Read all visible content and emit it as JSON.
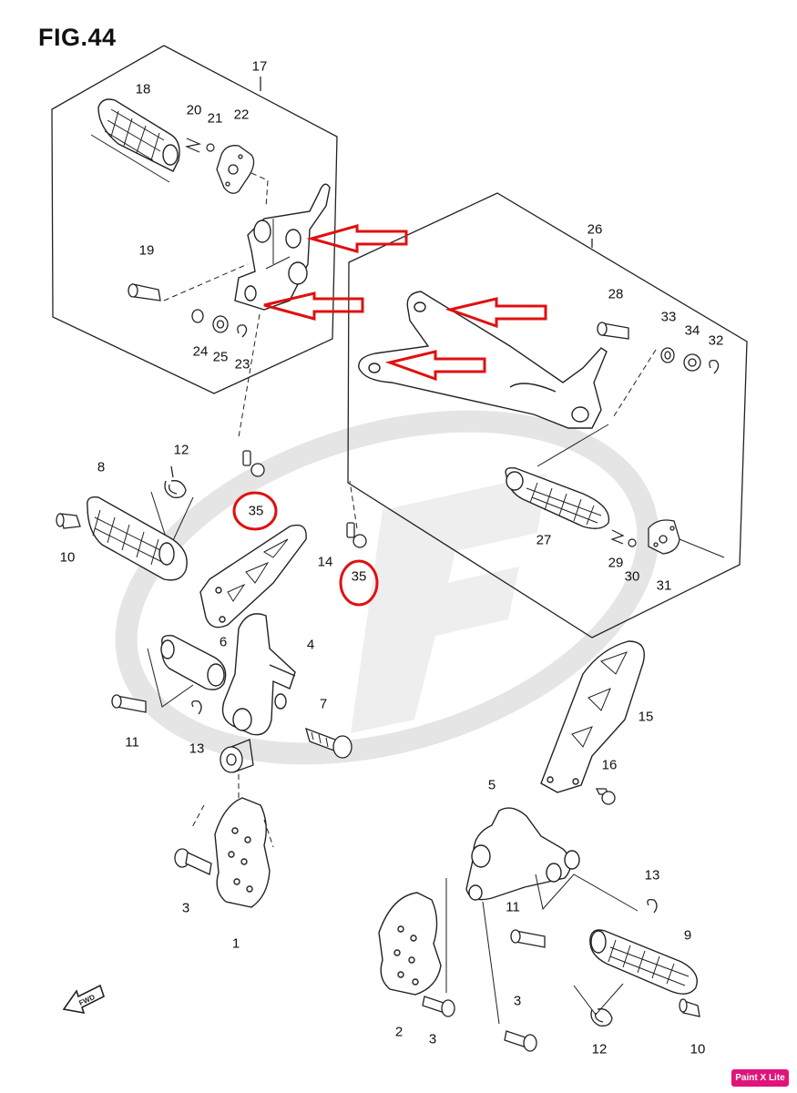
{
  "figure_title": "FIG.44",
  "watermark_letter": "F",
  "fwd_label": "FWD",
  "badge_text": "Paint X Lite",
  "colors": {
    "highlight": "#e01010",
    "line": "#222222",
    "watermark": "#e4e4e4",
    "badge": "#e0147a"
  },
  "callouts": [
    {
      "id": "17a",
      "text": "17"
    },
    {
      "id": "18a",
      "text": "18"
    },
    {
      "id": "20a",
      "text": "20"
    },
    {
      "id": "21a",
      "text": "21"
    },
    {
      "id": "22a",
      "text": "22"
    },
    {
      "id": "19a",
      "text": "19"
    },
    {
      "id": "24a",
      "text": "24"
    },
    {
      "id": "25a",
      "text": "25"
    },
    {
      "id": "23a",
      "text": "23"
    },
    {
      "id": "26a",
      "text": "26"
    },
    {
      "id": "28a",
      "text": "28"
    },
    {
      "id": "33a",
      "text": "33"
    },
    {
      "id": "34a",
      "text": "34"
    },
    {
      "id": "32a",
      "text": "32"
    },
    {
      "id": "12a",
      "text": "12"
    },
    {
      "id": "8a",
      "text": "8"
    },
    {
      "id": "35a",
      "text": "35"
    },
    {
      "id": "35b",
      "text": "35"
    },
    {
      "id": "10a",
      "text": "10"
    },
    {
      "id": "14a",
      "text": "14"
    },
    {
      "id": "27a",
      "text": "27"
    },
    {
      "id": "29a",
      "text": "29"
    },
    {
      "id": "30a",
      "text": "30"
    },
    {
      "id": "31a",
      "text": "31"
    },
    {
      "id": "4a",
      "text": "4"
    },
    {
      "id": "6a",
      "text": "6"
    },
    {
      "id": "7a",
      "text": "7"
    },
    {
      "id": "11a",
      "text": "11"
    },
    {
      "id": "13a",
      "text": "13"
    },
    {
      "id": "15a",
      "text": "15"
    },
    {
      "id": "16a",
      "text": "16"
    },
    {
      "id": "5a",
      "text": "5"
    },
    {
      "id": "3a",
      "text": "3"
    },
    {
      "id": "1a",
      "text": "1"
    },
    {
      "id": "13b",
      "text": "13"
    },
    {
      "id": "11b",
      "text": "11"
    },
    {
      "id": "9a",
      "text": "9"
    },
    {
      "id": "2a",
      "text": "2"
    },
    {
      "id": "3b",
      "text": "3"
    },
    {
      "id": "3c",
      "text": "3"
    },
    {
      "id": "12b",
      "text": "12"
    },
    {
      "id": "10b",
      "text": "10"
    }
  ]
}
